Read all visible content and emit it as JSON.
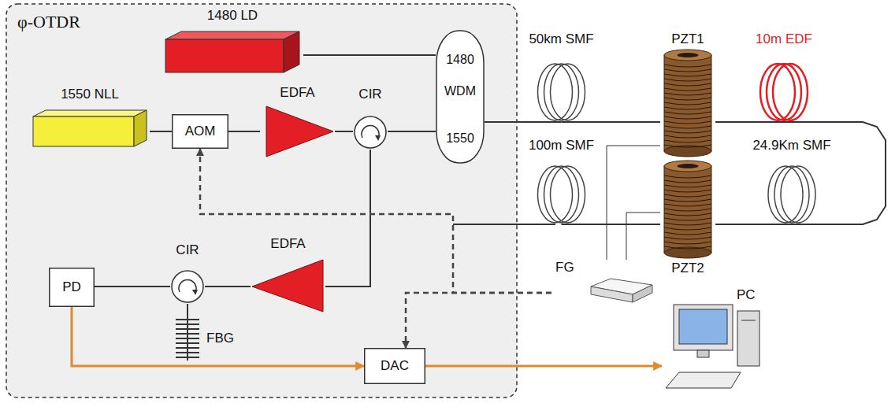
{
  "diagram": {
    "nodes": [
      {
        "text": [
          "φ-OTDR"
        ]
      },
      {
        "text": [
          "1480 LD"
        ],
        "in": 0
      },
      {
        "text": [
          "1550 NLL"
        ],
        "in": 0
      },
      {
        "text": [
          "AOM"
        ],
        "in": 0
      },
      {
        "text": [
          "EDFA"
        ],
        "in": 0
      },
      {
        "text": [
          "CIR"
        ],
        "in": 0
      },
      {
        "text": [
          "1480",
          "WDM",
          "1550"
        ],
        "in": 0
      },
      {
        "text": [
          "CIR"
        ],
        "in": 0
      },
      {
        "text": [
          "EDFA"
        ],
        "in": 0
      },
      {
        "text": [
          "PD"
        ],
        "in": 0
      },
      {
        "text": [
          "FBG"
        ],
        "in": 0
      },
      {
        "text": [
          "DAC"
        ],
        "in": 0
      },
      {
        "text": [
          "50km SMF"
        ]
      },
      {
        "text": [
          "PZT1"
        ]
      },
      {
        "text": [
          "10m EDF"
        ]
      },
      {
        "text": [
          "100m SMF"
        ]
      },
      {
        "text": [
          "PZT2"
        ]
      },
      {
        "text": [
          "24.9Km SMF"
        ]
      },
      {
        "text": [
          "FG"
        ]
      },
      {
        "text": [
          "PC"
        ]
      }
    ],
    "edges": [
      {
        "from": 1,
        "to": 6,
        "arrow": "none"
      },
      {
        "from": 2,
        "to": 3,
        "arrow": "none"
      },
      {
        "from": 3,
        "to": 4,
        "arrow": "none"
      },
      {
        "from": 4,
        "to": 5,
        "arrow": "none"
      },
      {
        "from": 5,
        "to": 6,
        "arrow": "none"
      },
      {
        "from": 5,
        "to": 8,
        "arrow": "none"
      },
      {
        "from": 8,
        "to": 7,
        "arrow": "none"
      },
      {
        "from": 7,
        "to": 9,
        "arrow": "none"
      },
      {
        "from": 7,
        "to": 10,
        "arrow": "none"
      },
      {
        "from": 9,
        "to": 11,
        "arrow": "to"
      },
      {
        "from": 11,
        "to": 19,
        "arrow": "to"
      },
      {
        "from": 18,
        "to": 3,
        "arrow": "to"
      },
      {
        "from": 18,
        "to": 11,
        "arrow": "to"
      },
      {
        "from": 18,
        "to": 13,
        "arrow": "none"
      },
      {
        "from": 18,
        "to": 16,
        "arrow": "none"
      },
      {
        "from": 6,
        "to": 12,
        "arrow": "none"
      },
      {
        "from": 12,
        "to": 13,
        "arrow": "none"
      },
      {
        "from": 13,
        "to": 14,
        "arrow": "none"
      },
      {
        "from": 14,
        "to": 17,
        "arrow": "none"
      },
      {
        "from": 17,
        "to": 16,
        "arrow": "none"
      },
      {
        "from": 16,
        "to": 15,
        "arrow": "none"
      }
    ]
  }
}
